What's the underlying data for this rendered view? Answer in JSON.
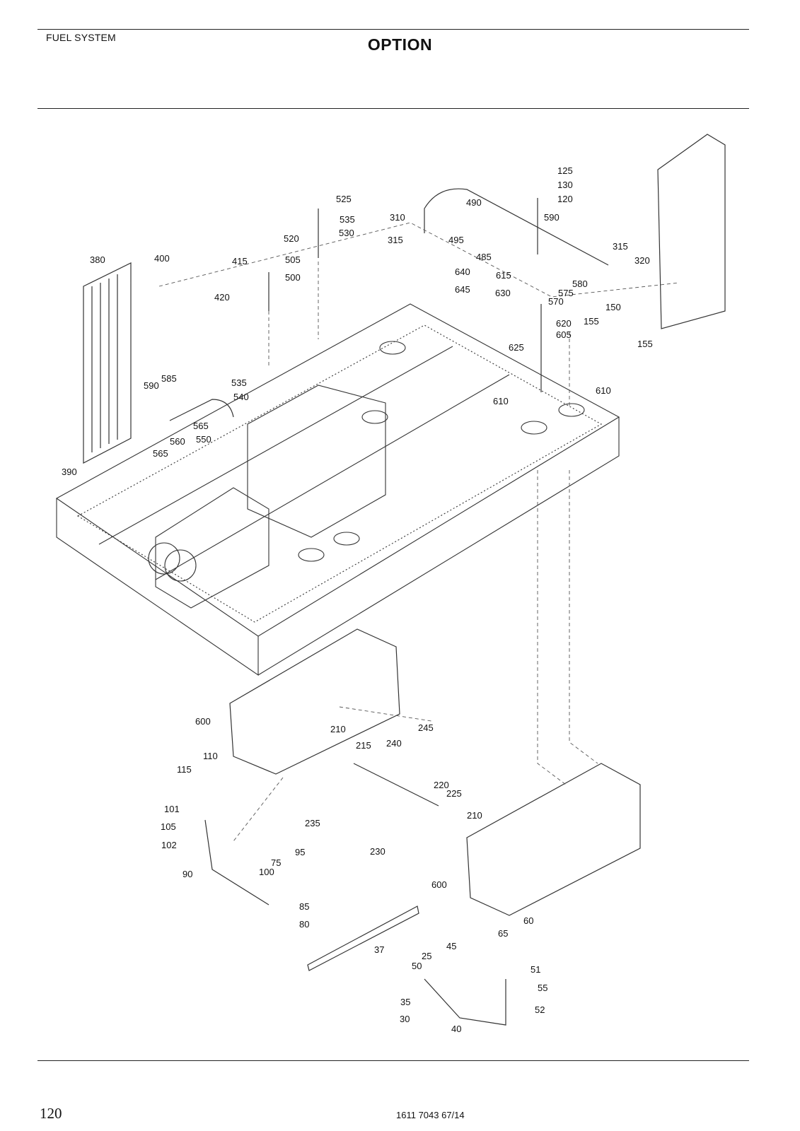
{
  "header": {
    "section": "FUEL SYSTEM",
    "title": "OPTION"
  },
  "footer": {
    "page_number": "120",
    "doc_code": "1611 7043 67/14"
  },
  "callouts": [
    "125",
    "130",
    "120",
    "525",
    "535",
    "530",
    "490",
    "310",
    "590",
    "520",
    "315",
    "495",
    "485",
    "315",
    "320",
    "400",
    "415",
    "505",
    "380",
    "500",
    "640",
    "615",
    "580",
    "645",
    "630",
    "575",
    "420",
    "570",
    "150",
    "155",
    "620",
    "605",
    "155",
    "625",
    "585",
    "590",
    "535",
    "540",
    "610",
    "610",
    "565",
    "550",
    "560",
    "565",
    "390",
    "600",
    "210",
    "245",
    "215",
    "240",
    "110",
    "115",
    "220",
    "225",
    "101",
    "210",
    "105",
    "235",
    "102",
    "230",
    "95",
    "75",
    "100",
    "90",
    "600",
    "85",
    "80",
    "60",
    "37",
    "45",
    "65",
    "25",
    "51",
    "50",
    "55",
    "35",
    "52",
    "30",
    "40"
  ]
}
